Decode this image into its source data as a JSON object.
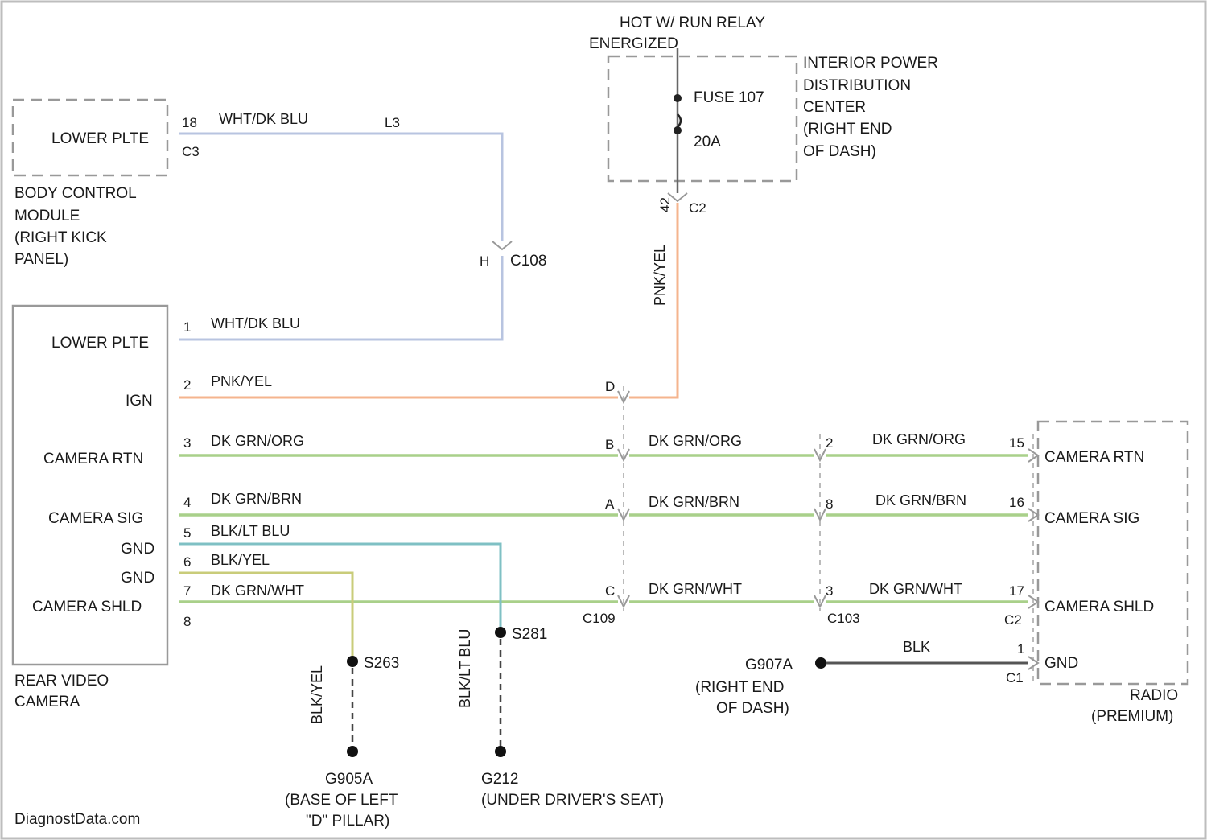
{
  "relay_title": [
    "HOT W/ RUN RELAY",
    "ENERGIZED"
  ],
  "ipdc": {
    "name_lines": [
      "INTERIOR POWER",
      "DISTRIBUTION",
      "CENTER",
      "(RIGHT END",
      "OF DASH)"
    ],
    "fuse": "FUSE 107",
    "amps": "20A",
    "pin": "42",
    "connector": "C2",
    "wire": "PNK/YEL"
  },
  "bcm": {
    "name_lines": [
      "BODY CONTROL",
      "MODULE",
      "(RIGHT KICK",
      "PANEL)"
    ],
    "pin_label": "LOWER PLTE",
    "pin": "18",
    "connector": "C3",
    "wire": "WHT/DK BLU",
    "splice_pin": "L3"
  },
  "c108": {
    "pin": "H",
    "name": "C108"
  },
  "camera": {
    "name_lines": [
      "REAR VIDEO",
      "CAMERA"
    ],
    "pins": [
      {
        "num": "1",
        "label": "LOWER PLTE",
        "wire": "WHT/DK BLU"
      },
      {
        "num": "2",
        "label": "IGN",
        "wire": "PNK/YEL"
      },
      {
        "num": "3",
        "label": "CAMERA RTN",
        "wire": "DK GRN/ORG"
      },
      {
        "num": "4",
        "label": "CAMERA SIG",
        "wire": "DK GRN/BRN"
      },
      {
        "num": "5",
        "label": "GND",
        "wire": "BLK/LT BLU"
      },
      {
        "num": "6",
        "label": "GND",
        "wire": "BLK/YEL"
      },
      {
        "num": "7",
        "label": "CAMERA SHLD",
        "wire": "DK GRN/WHT"
      },
      {
        "num": "8",
        "label": "",
        "wire": ""
      }
    ]
  },
  "c109": {
    "name": "C109",
    "pins": [
      "D",
      "B",
      "A",
      "C"
    ],
    "wires": [
      "DK GRN/ORG",
      "DK GRN/BRN",
      "DK GRN/WHT"
    ]
  },
  "c103": {
    "name": "C103",
    "pins": [
      "2",
      "8",
      "3"
    ],
    "wires": [
      "DK GRN/ORG",
      "DK GRN/BRN",
      "DK GRN/WHT"
    ]
  },
  "radio": {
    "name_lines": [
      "RADIO",
      "(PREMIUM)"
    ],
    "connector": "C2",
    "pins": [
      {
        "num": "15",
        "label": "CAMERA RTN"
      },
      {
        "num": "16",
        "label": "CAMERA SIG"
      },
      {
        "num": "17",
        "label": "CAMERA SHLD"
      }
    ],
    "gnd_pin": "1",
    "gnd_label": "GND",
    "gnd_connector": "C1"
  },
  "ground_g907a": {
    "name_lines": [
      "G907A",
      "(RIGHT END",
      "OF DASH)"
    ],
    "wire": "BLK"
  },
  "splice_s263": {
    "name": "S263",
    "wire": "BLK/YEL"
  },
  "splice_s281": {
    "name": "S281",
    "wire": "BLK/LT BLU"
  },
  "ground_g905a": {
    "name_lines": [
      "G905A",
      "(BASE OF LEFT",
      "\"D\" PILLAR)"
    ]
  },
  "ground_g212": {
    "name_lines": [
      "G212",
      "(UNDER DRIVER'S SEAT)"
    ]
  },
  "watermark": "DiagnostData.com",
  "colors": {
    "wht_dk_blu": "#b8c4e0",
    "pnk_yel": "#f5b48e",
    "dk_grn": "#a9d08a",
    "blk_lt_blu": "#7fc0c4",
    "blk_yel": "#c9cc7a",
    "blk": "#555555",
    "box": "#999999"
  }
}
